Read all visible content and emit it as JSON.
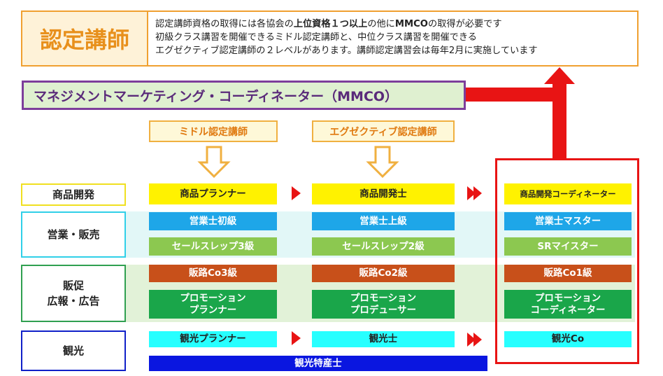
{
  "title": "認定講師",
  "description": {
    "line1_prefix": "認定講師資格の取得には各協会の",
    "line1_bold": "上位資格１つ以上",
    "line1_mid": "の他に",
    "line1_bold2": "MMCO",
    "line1_suffix": "の取得が必要です",
    "line2": "初級クラス講習を開催できるミドル認定講師と、中位クラス講習を開催できる",
    "line3": "エグゼクティブ認定講師の２レベルがあります。講師認定講習会は毎年2月に実施しています"
  },
  "mmco": "マネジメントマーケティング・コーディネーター（MMCO）",
  "levels": {
    "middle": "ミドル認定講師",
    "executive": "エグゼクティブ認定講師"
  },
  "categories": {
    "product": "商品開発",
    "sales": "営業・販売",
    "promo_line1": "販促",
    "promo_line2": "広報・広告",
    "tourism": "観光"
  },
  "cells": {
    "product_1": "商品プランナー",
    "product_2": "商品開発士",
    "product_3": "商品開発コーディネーター",
    "sales_a1": "営業士初級",
    "sales_a2": "営業士上級",
    "sales_a3": "営業士マスター",
    "sales_b1": "セールスレップ3級",
    "sales_b2": "セールスレップ2級",
    "sales_b3": "SRマイスター",
    "promo_a1": "販路Co3級",
    "promo_a2": "販路Co2級",
    "promo_a3": "販路Co1級",
    "promo_b1_l1": "プロモーション",
    "promo_b1_l2": "プランナー",
    "promo_b2_l1": "プロモーション",
    "promo_b2_l2": "プロデューサー",
    "promo_b3_l1": "プロモーション",
    "promo_b3_l2": "コーディネーター",
    "tour_1": "観光プランナー",
    "tour_2": "観光士",
    "tour_3": "観光Co",
    "tour_special": "観光特産士"
  },
  "colors": {
    "orange": "#f0a030",
    "purple": "#7d3e9b",
    "red": "#e81414",
    "yellow": "#fff200",
    "blue": "#1ea6e8",
    "light_green": "#8cc850",
    "brown": "#c8501a",
    "green": "#1aa64a",
    "cyan": "#27ffff",
    "navy": "#0a16e0"
  }
}
